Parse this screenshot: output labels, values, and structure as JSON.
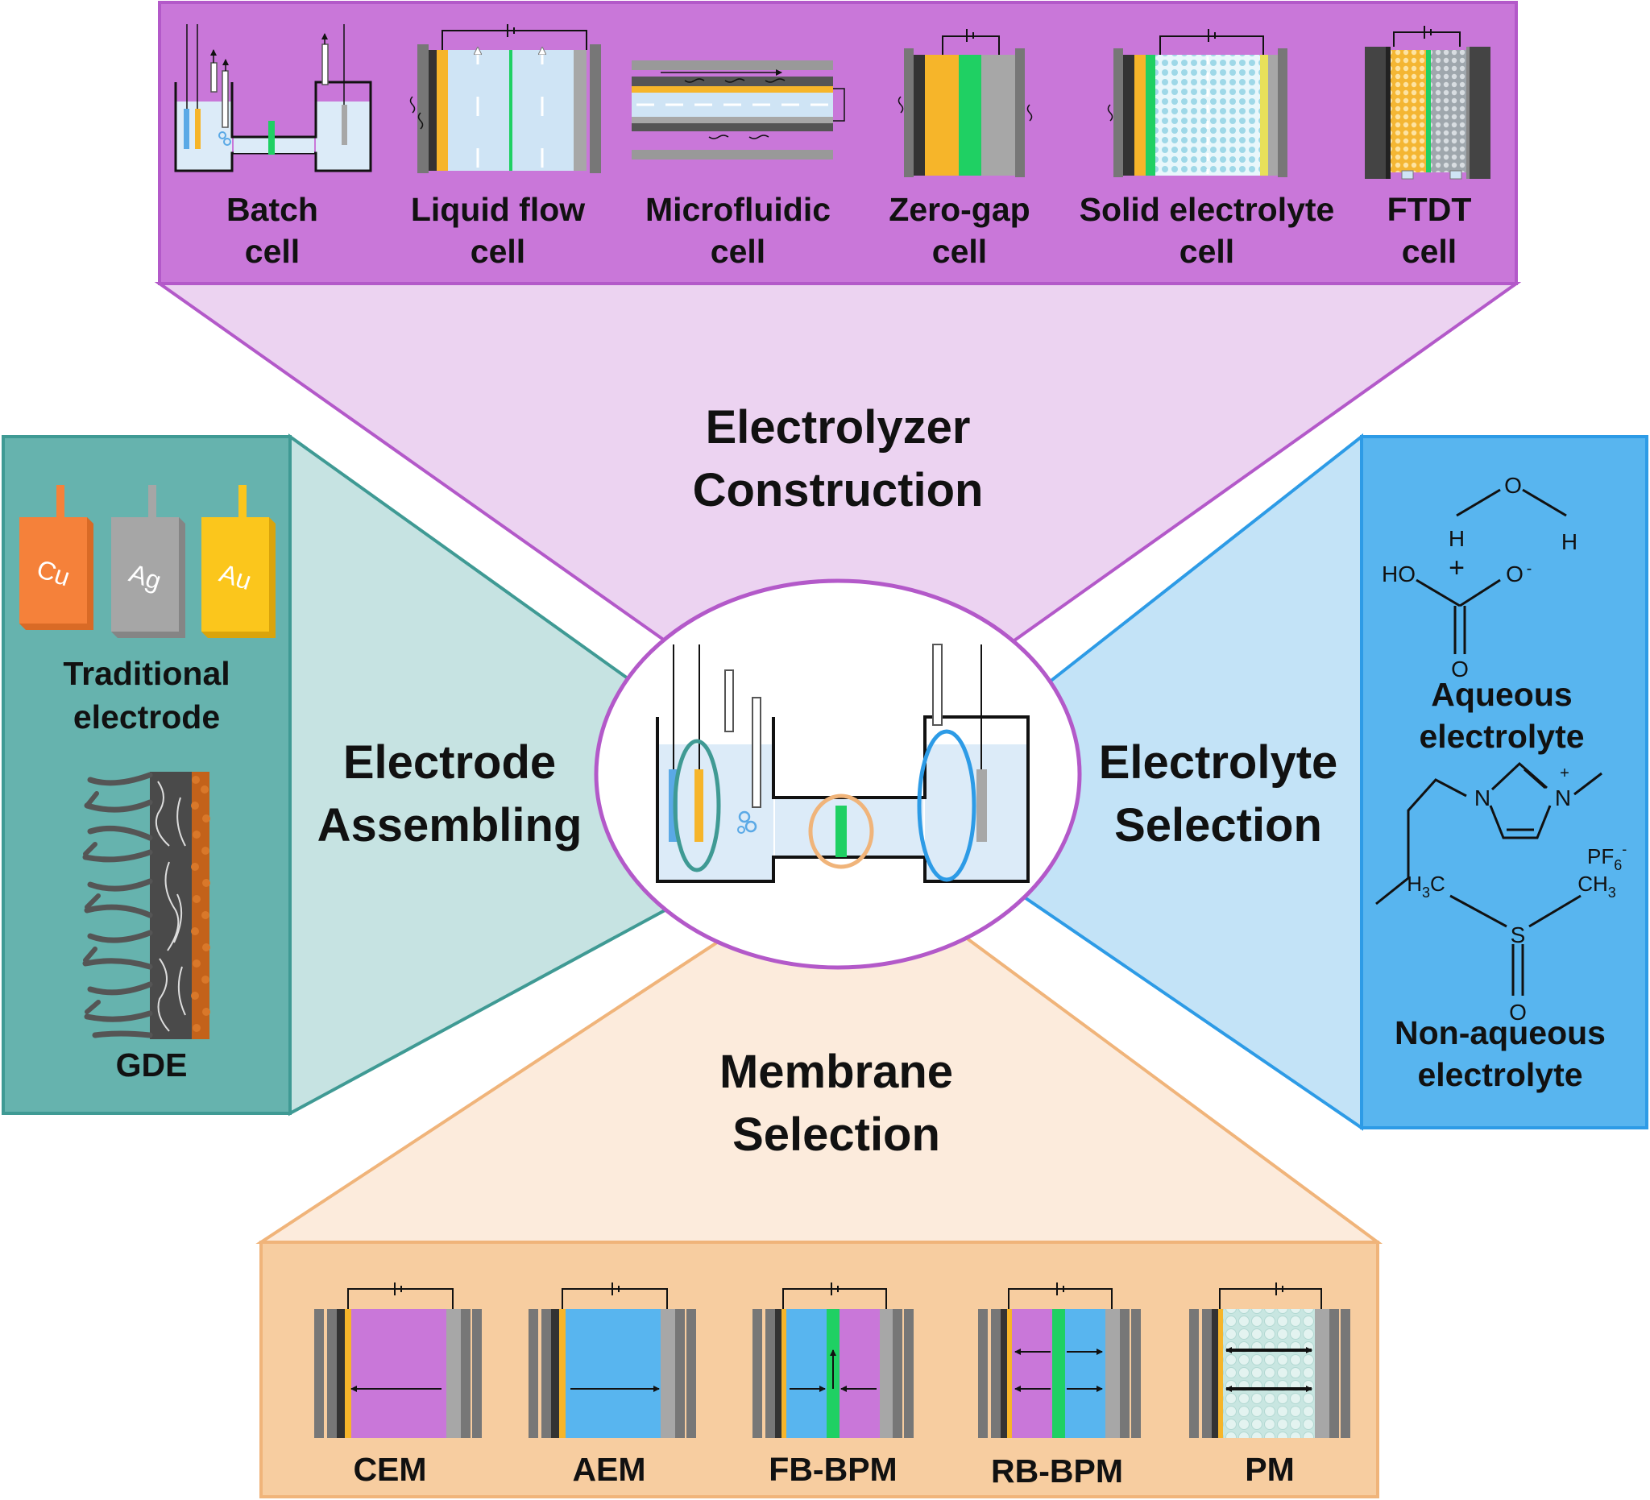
{
  "colors": {
    "purple": "#c977d9",
    "purple_border": "#b359c9",
    "purple_light": "#ecd3f1",
    "teal": "#66b3ae",
    "teal_border": "#3f9a94",
    "teal_light": "#c6e3e2",
    "blue": "#58b5ef",
    "blue_border": "#2d9be6",
    "blue_light": "#c3e3f7",
    "orange": "#f7cda0",
    "orange_border": "#f0b47a",
    "orange_light": "#fcebdc",
    "electrolyte": "#dcebf8",
    "membrane_green": "#1fd063",
    "electrode_gold": "#f6b52a",
    "electrode_blue": "#5aa9e6",
    "electrode_grey": "#a7a7a7"
  },
  "electrolyzer": {
    "title": [
      "Electrolyzer",
      "Construction"
    ],
    "cells": [
      {
        "label": [
          "Batch",
          "cell"
        ],
        "icon": "batch-cell-icon"
      },
      {
        "label": [
          "Liquid flow",
          "cell"
        ],
        "icon": "liquid-flow-cell-icon"
      },
      {
        "label": [
          "Microfluidic",
          "cell"
        ],
        "icon": "microfluidic-cell-icon"
      },
      {
        "label": [
          "Zero-gap",
          "cell"
        ],
        "icon": "zero-gap-cell-icon"
      },
      {
        "label": [
          "Solid electrolyte",
          "cell"
        ],
        "icon": "solid-electrolyte-cell-icon"
      },
      {
        "label": [
          "FTDT",
          "cell"
        ],
        "icon": "ftdt-cell-icon"
      }
    ]
  },
  "electrode": {
    "title": [
      "Electrode",
      "Assembling"
    ],
    "metals": [
      "Cu",
      "Ag",
      "Au"
    ],
    "metal_colors": [
      "#f5813a",
      "#a6a6a6",
      "#fbc61c"
    ],
    "traditional_label": [
      "Traditional",
      "electrode"
    ],
    "gde_label": "GDE"
  },
  "electrolyte": {
    "title": [
      "Electrolyte",
      "Selection"
    ],
    "aqueous_label": [
      "Aqueous",
      "electrolyte"
    ],
    "nonaqueous_label": [
      "Non-aqueous",
      "electrolyte"
    ],
    "chem": {
      "O": "O",
      "H": "H",
      "HO": "HO",
      "plus": "+",
      "minus": "-",
      "N": "N",
      "PF": "PF",
      "sub6": "6",
      "H3C": "H",
      "sub3": "3",
      "C": "C",
      "CH": "CH",
      "S": "S"
    }
  },
  "membrane": {
    "title": [
      "Membrane",
      "Selection"
    ],
    "types": [
      "CEM",
      "AEM",
      "FB-BPM",
      "RB-BPM",
      "PM"
    ]
  }
}
